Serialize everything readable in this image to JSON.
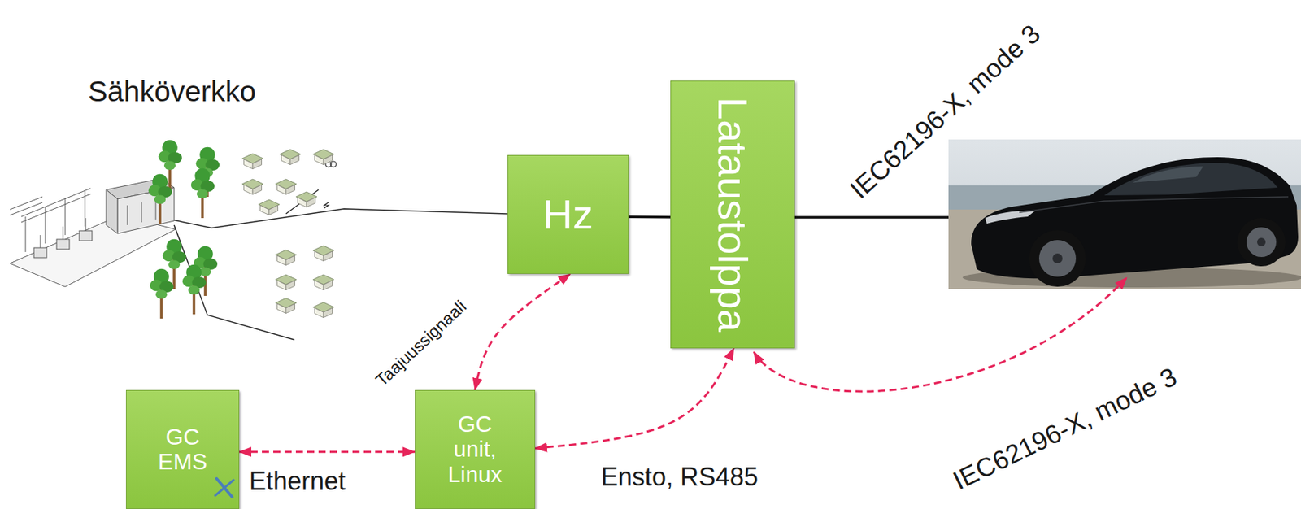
{
  "diagram": {
    "nodes": [
      {
        "text": [
          "Hz"
        ]
      },
      {
        "text": [
          "Lataustolppa"
        ]
      },
      {
        "text": [
          "GC EMS"
        ]
      },
      {
        "text": [
          "GC unit, Linux"
        ]
      }
    ],
    "edges": [
      {
        "from": 0,
        "to": 1,
        "arrow": "none"
      },
      {
        "from": 2,
        "to": 3,
        "arrow": "both",
        "label": "Ethernet"
      },
      {
        "from": 3,
        "to": 0,
        "arrow": "both",
        "label": "Taajuussignaali"
      },
      {
        "from": 3,
        "to": 1,
        "arrow": "both",
        "label": "Ensto, RS485"
      }
    ],
    "labels": [
      "Sähköverkko",
      "IEC62196-X, mode 3",
      "IEC62196-X, mode 3"
    ]
  }
}
